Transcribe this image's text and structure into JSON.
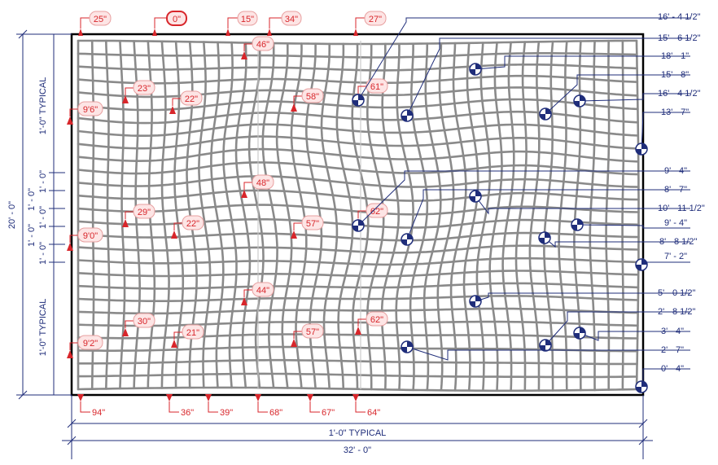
{
  "colors": {
    "annotation_red": "#d8262b",
    "dimension_blue": "#1f2d7a",
    "mesh_gray": "#8a8a8a"
  },
  "top_heights": [
    "25\"",
    "0\"",
    "15\"",
    "34\"",
    "27\""
  ],
  "interior_heights": [
    "46\"",
    "23\"",
    "22\"",
    "58\"",
    "61\"",
    "9'6\"",
    "48\"",
    "29\"",
    "22\"",
    "57\"",
    "62\"",
    "9'0\"",
    "44\"",
    "30\"",
    "21\"",
    "57\"",
    "62\"",
    "9'2\""
  ],
  "bottom_heights": [
    "94\"",
    "36\"",
    "39\"",
    "68\"",
    "67\"",
    "64\""
  ],
  "right_dimensions": [
    "16' - 4 1/2\"",
    "15' - 6 1/2\"",
    "18' - 1\"",
    "15' - 8\"",
    "16' - 4 1/2\"",
    "13' - 7\"",
    "9' - 4\"",
    "8' - 7\"",
    "10' - 11 1/2\"",
    "9' - 4\"",
    "8' - 8 1/2\"",
    "7' - 2\"",
    "5' - 0 1/2\"",
    "2' - 8 1/2\"",
    "3' - 4\"",
    "2' - 7\"",
    "0' - 4\""
  ],
  "left_dimensions": {
    "overall": "20' - 0\"",
    "typical_top": "1'-0\" TYPICAL",
    "typical_bottom": "1'-0\" TYPICAL",
    "small": [
      "1' - 0\"",
      "1' - 0\"",
      "1' - 0\"",
      "1' - 0\"",
      "1' - 0\""
    ]
  },
  "bottom_dimensions": {
    "typical": "1'-0\" TYPICAL",
    "overall": "32' - 0\""
  }
}
